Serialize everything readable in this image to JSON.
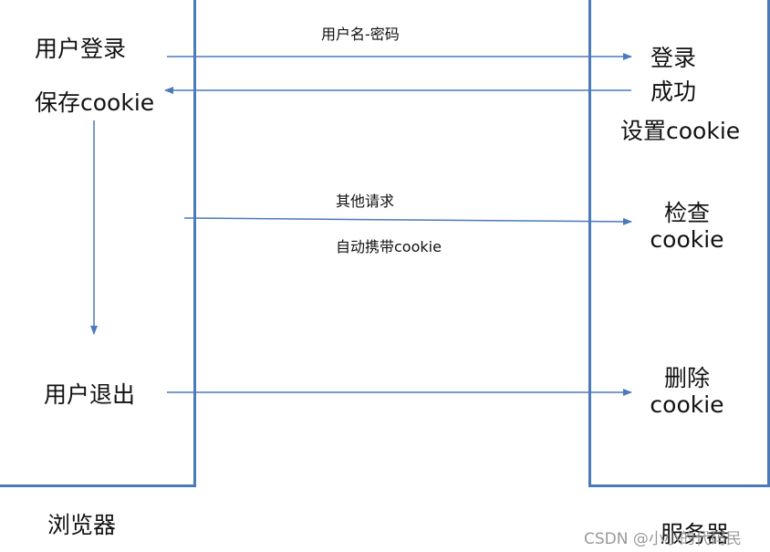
{
  "browser": {
    "caption": "浏览器",
    "login": "用户登录",
    "save_cookie": "保存cookie",
    "logout": "用户退出"
  },
  "server": {
    "caption": "服务器",
    "login_success_line1": "登录",
    "login_success_line2": "成功",
    "set_cookie": "设置cookie",
    "check_line1": "检查",
    "check_line2": "cookie",
    "delete_line1": "删除",
    "delete_line2": "cookie"
  },
  "arrows": {
    "credentials_label": "用户名-密码",
    "other_requests_label": "其他请求",
    "carry_cookie_label": "自动携带cookie"
  },
  "watermark": "CSDN @小小的代码民",
  "colors": {
    "line": "#4a7ab8"
  }
}
